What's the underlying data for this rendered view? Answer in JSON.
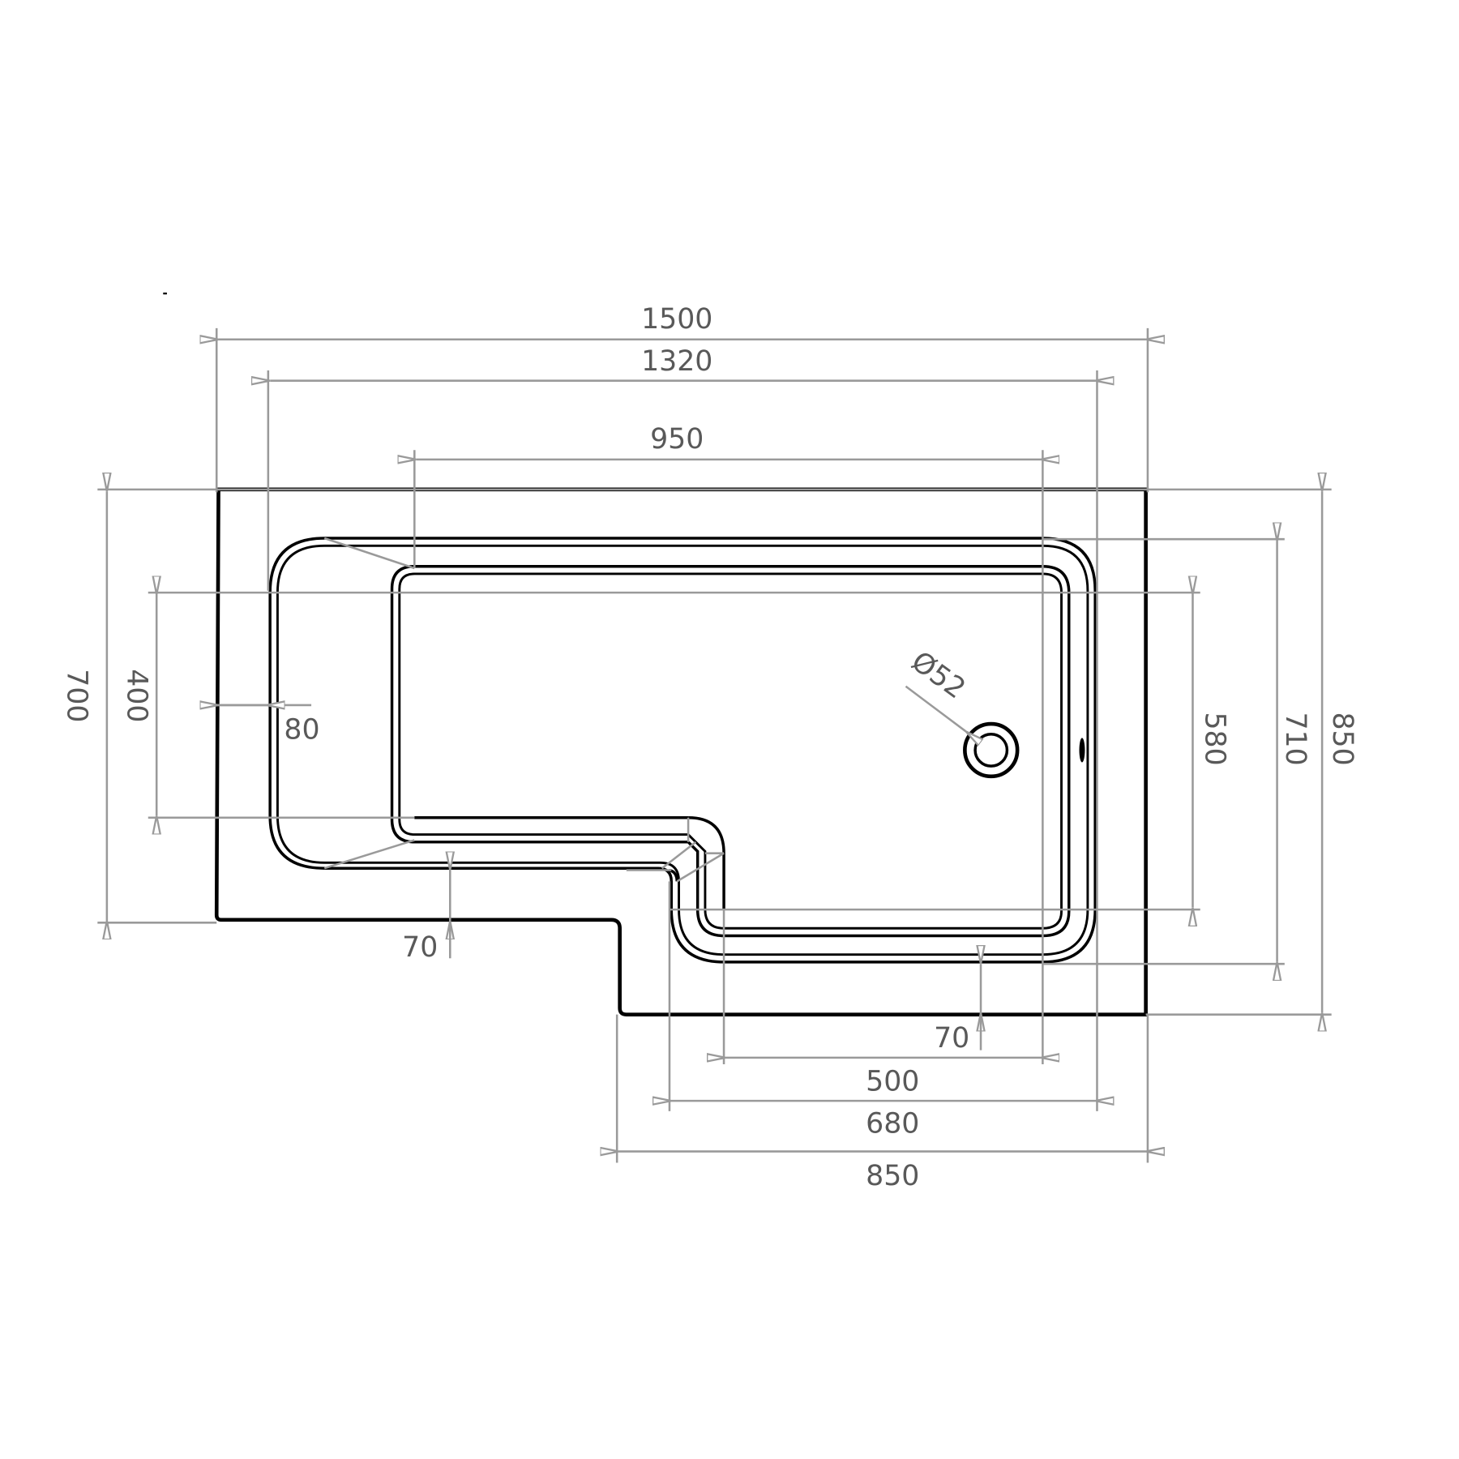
{
  "drawing": {
    "title": "L-shaped shower bath plan dimensions",
    "units": "mm",
    "colors": {
      "outline": "#000000",
      "dimension": "#9a9a9a",
      "label": "#595959",
      "background": "#ffffff"
    }
  },
  "dimensions": {
    "overall_length": "1500",
    "rim_inner_length": "1320",
    "bath_floor_length": "950",
    "overall_width_left": "700",
    "bath_floor_width_left": "400",
    "rim_left": "80",
    "rim_front_left": "70",
    "drain_diameter": "Ø52",
    "rim_front_right": "70",
    "shower_floor_width": "500",
    "shower_rim_width": "680",
    "shower_end_width": "850",
    "floor_depth_right": "580",
    "rim_depth_right": "710",
    "overall_depth_right": "850"
  }
}
